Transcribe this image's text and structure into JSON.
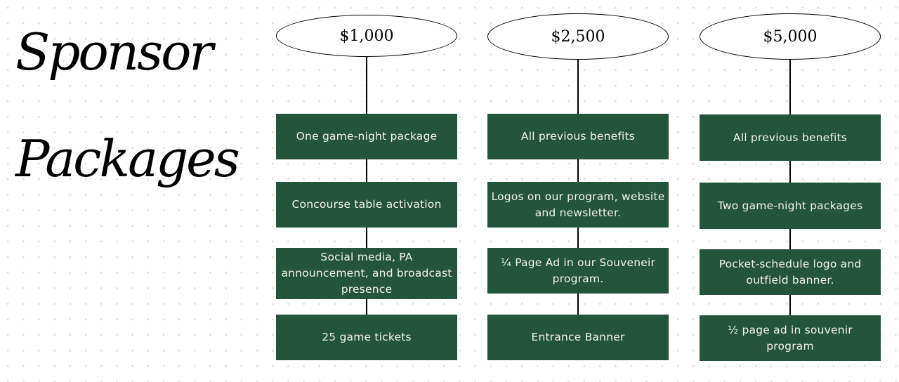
{
  "title": {
    "line1": "Sponsor",
    "line2": "Packages"
  },
  "packages": [
    {
      "price": "$1,000",
      "benefits": [
        "One game-night package",
        "Concourse table activation",
        "Social media, PA announcement, and broadcast presence",
        "25 game tickets"
      ]
    },
    {
      "price": "$2,500",
      "benefits": [
        "All previous benefits",
        "Logos on our program, website and newsletter.",
        "¼ Page Ad in our Souveneir program.",
        "Entrance Banner"
      ]
    },
    {
      "price": "$5,000",
      "benefits": [
        "All previous benefits",
        "Two game-night packages",
        "Pocket-schedule logo and outfield banner.",
        "½ page ad in souvenir program"
      ]
    }
  ],
  "colors": {
    "box": "#23553b",
    "text": "#f2f2ee"
  }
}
